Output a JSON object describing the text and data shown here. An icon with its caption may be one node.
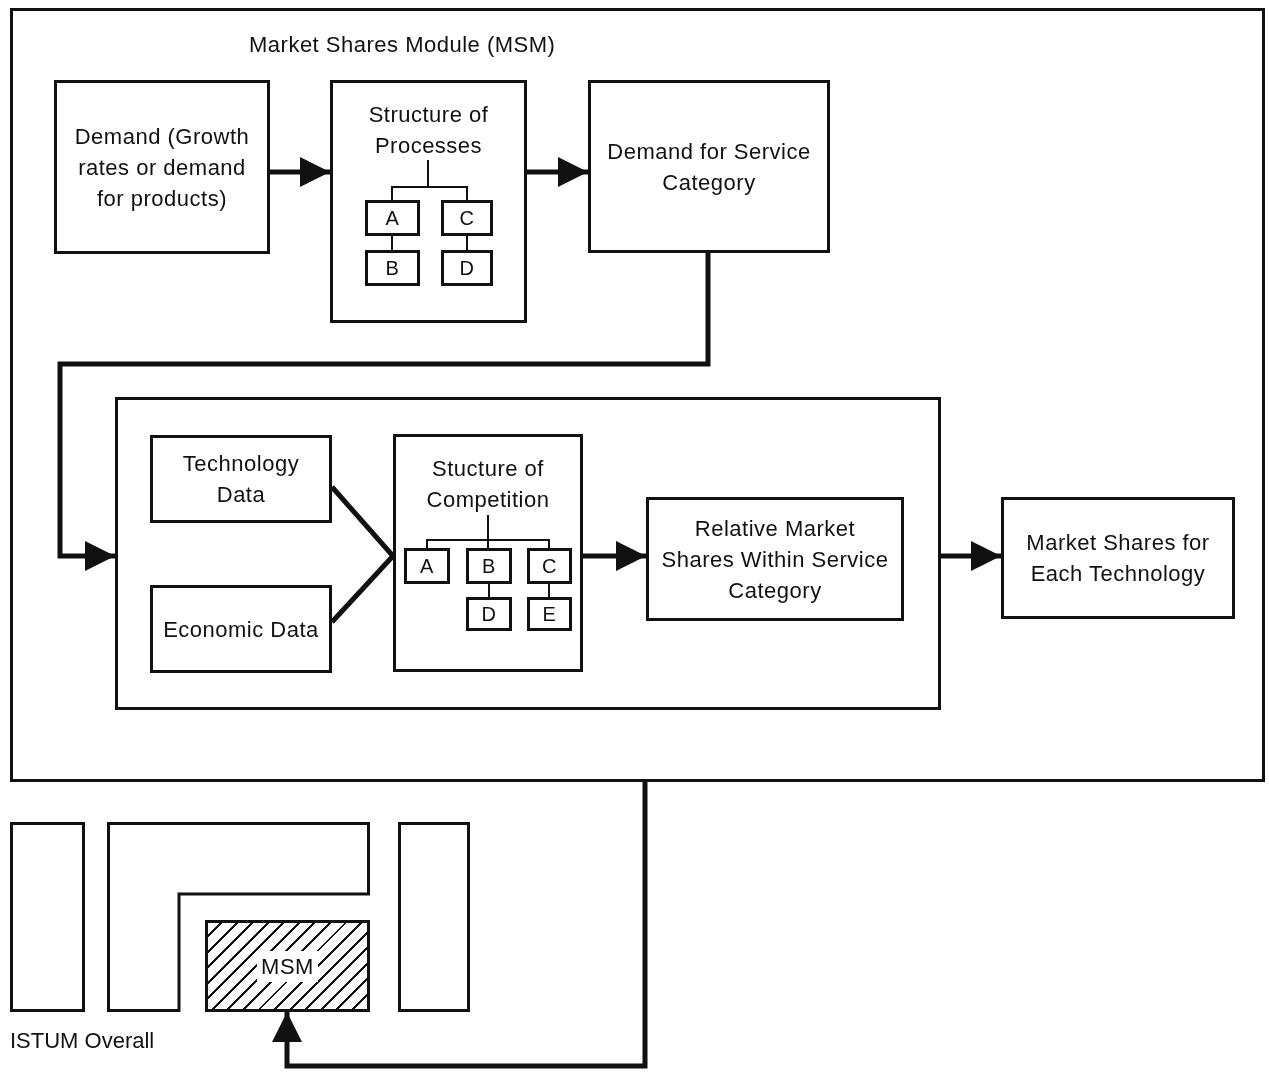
{
  "diagram": {
    "nodes": [
      {
        "text": [
          "Market Shares Module (MSM)"
        ]
      },
      {
        "text": [
          "Demand (Growth rates or demand for products)"
        ],
        "in": 0
      },
      {
        "text": [
          "Structure of Processes"
        ],
        "in": 0
      },
      {
        "text": [
          "A"
        ],
        "in": 2
      },
      {
        "text": [
          "C"
        ],
        "in": 2
      },
      {
        "text": [
          "B"
        ],
        "in": 2
      },
      {
        "text": [
          "D"
        ],
        "in": 2
      },
      {
        "text": [
          "Demand for Service Category"
        ],
        "in": 0
      },
      {
        "text": [],
        "shape": "box",
        "in": 0
      },
      {
        "text": [
          "Technology Data"
        ],
        "in": 8
      },
      {
        "text": [
          "Economic Data"
        ],
        "in": 8
      },
      {
        "text": [
          "Stucture of Competition"
        ],
        "in": 8
      },
      {
        "text": [
          "A"
        ],
        "in": 11
      },
      {
        "text": [
          "B"
        ],
        "in": 11
      },
      {
        "text": [
          "C"
        ],
        "in": 11
      },
      {
        "text": [
          "D"
        ],
        "in": 11
      },
      {
        "text": [
          "E"
        ],
        "in": 11
      },
      {
        "text": [
          "Relative Market Shares Within Service Category"
        ],
        "in": 8
      },
      {
        "text": [
          "Market Shares for Each Technology"
        ],
        "in": 0
      },
      {
        "text": [],
        "shape": "box"
      },
      {
        "text": [],
        "shape": "box"
      },
      {
        "text": [
          "MSM"
        ]
      },
      {
        "text": [],
        "shape": "box"
      }
    ],
    "edges": [
      {
        "from": 1,
        "to": 2,
        "arrow": "to",
        "style": "thick"
      },
      {
        "from": null,
        "to": 3,
        "arrow": "none"
      },
      {
        "from": null,
        "to": 4,
        "arrow": "none"
      },
      {
        "from": 3,
        "to": 5,
        "arrow": "none"
      },
      {
        "from": 4,
        "to": 6,
        "arrow": "none"
      },
      {
        "from": 2,
        "to": 7,
        "arrow": "to",
        "style": "thick"
      },
      {
        "from": 7,
        "to": 8,
        "arrow": "to",
        "style": "thick"
      },
      {
        "from": 9,
        "to": 11,
        "arrow": "none",
        "style": "thick"
      },
      {
        "from": 10,
        "to": 11,
        "arrow": "none",
        "style": "thick"
      },
      {
        "from": null,
        "to": 12,
        "arrow": "none"
      },
      {
        "from": null,
        "to": 13,
        "arrow": "none"
      },
      {
        "from": null,
        "to": 14,
        "arrow": "none"
      },
      {
        "from": 13,
        "to": 15,
        "arrow": "none"
      },
      {
        "from": 14,
        "to": 16,
        "arrow": "none"
      },
      {
        "from": 11,
        "to": 17,
        "arrow": "to",
        "style": "thick"
      },
      {
        "from": 8,
        "to": 18,
        "arrow": "to",
        "style": "thick"
      },
      {
        "from": 0,
        "to": 21,
        "arrow": "to",
        "style": "thick"
      }
    ],
    "labels": [
      "ISTUM Overall"
    ]
  }
}
